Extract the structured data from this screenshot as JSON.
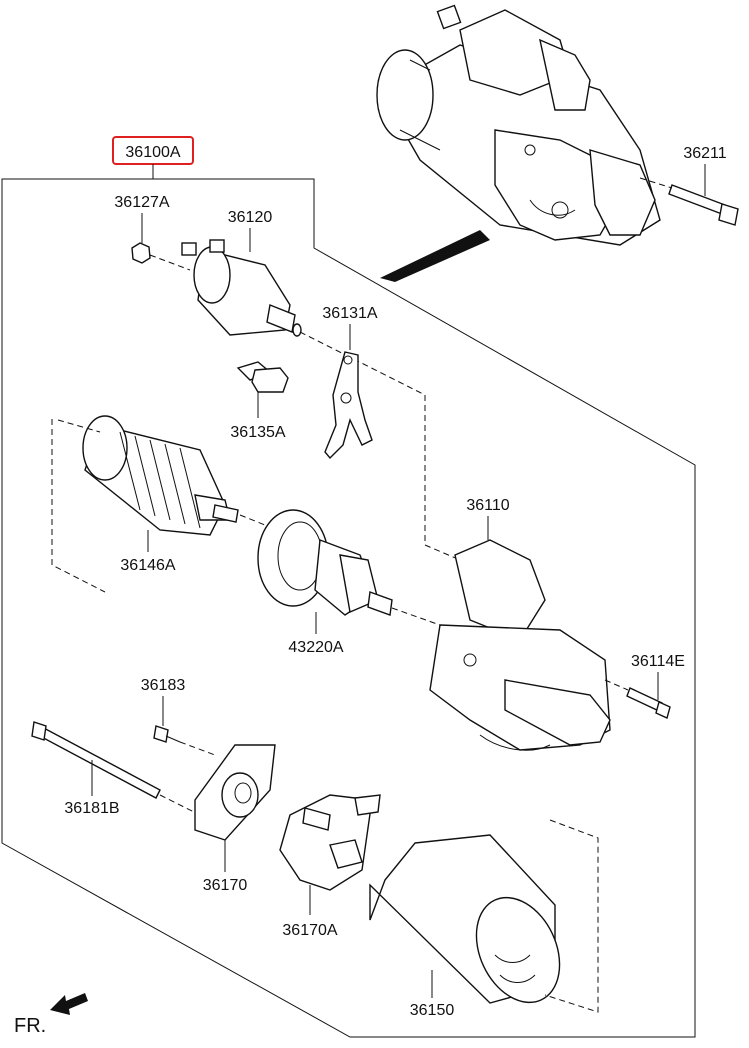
{
  "diagram": {
    "assembly_label": "36100A",
    "highlight_color": "#e02020",
    "front_label": "FR.",
    "parts": {
      "p36127A": "36127A",
      "p36120": "36120",
      "p36131A": "36131A",
      "p36135A": "36135A",
      "p36146A": "36146A",
      "p36110": "36110",
      "p43220A": "43220A",
      "p36114E": "36114E",
      "p36183": "36183",
      "p36181B": "36181B",
      "p36170": "36170",
      "p36170A": "36170A",
      "p36150": "36150",
      "p36211": "36211"
    }
  }
}
